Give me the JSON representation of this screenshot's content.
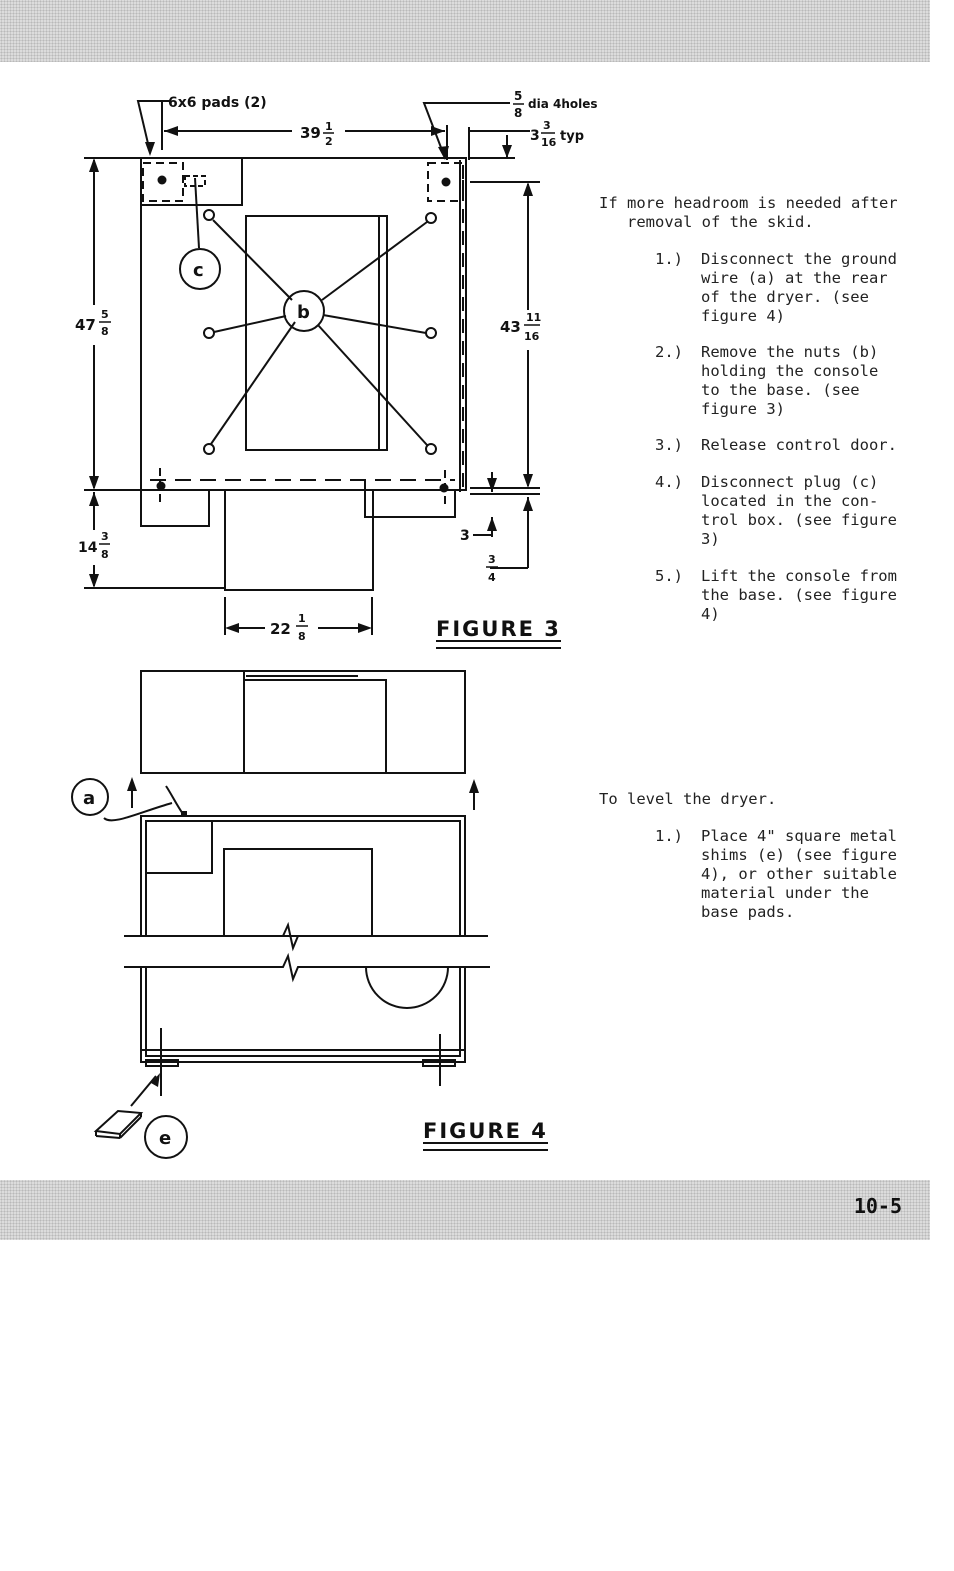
{
  "page": {
    "number": "10-5"
  },
  "figure3": {
    "caption": "FIGURE 3",
    "labels": {
      "pads": "6x6 pads (2)",
      "holes_num": "5",
      "holes_den": "8",
      "holes": "dia 4holes",
      "width_whole": "39",
      "width_num": "1",
      "width_den": "2",
      "offset_whole": "3",
      "offset_num": "3",
      "offset_den": "16",
      "offset_suffix": "typ",
      "height_whole": "47",
      "height_num": "5",
      "height_den": "8",
      "inner_whole": "43",
      "inner_num": "11",
      "inner_den": "16",
      "base_whole": "14",
      "base_num": "3",
      "base_den": "8",
      "base_width_whole": "22",
      "base_width_num": "1",
      "base_width_den": "8",
      "small_dim": "3",
      "frac_num": "3",
      "frac_den": "4",
      "callout_b": "b",
      "callout_c": "c"
    }
  },
  "figure4": {
    "caption": "FIGURE 4",
    "labels": {
      "callout_a": "a",
      "callout_e": "e"
    }
  },
  "section1": {
    "intro": [
      "If more headroom is needed after",
      "removal of the skid."
    ],
    "steps": [
      {
        "num": "1.)",
        "lines": [
          "Disconnect the ground",
          "wire (a) at the rear",
          "of the dryer.  (see",
          "figure 4)"
        ]
      },
      {
        "num": "2.)",
        "lines": [
          "Remove the nuts (b)",
          "holding the console",
          "to the base. (see",
          "figure 3)"
        ]
      },
      {
        "num": "3.)",
        "lines": [
          "Release control door."
        ]
      },
      {
        "num": "4.)",
        "lines": [
          "Disconnect plug (c)",
          "located in the con-",
          "trol box. (see figure",
          "3)"
        ]
      },
      {
        "num": "5.)",
        "lines": [
          "Lift the console from",
          "the base. (see figure",
          "4)"
        ]
      }
    ]
  },
  "section2": {
    "intro": [
      "To level the dryer."
    ],
    "steps": [
      {
        "num": "1.)",
        "lines": [
          "Place 4\" square metal",
          "shims (e) (see figure",
          "4), or other suitable",
          "material under the",
          "base pads."
        ]
      }
    ]
  }
}
